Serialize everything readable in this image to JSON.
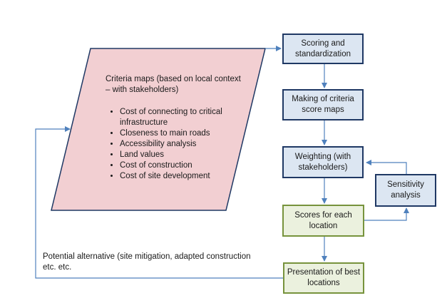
{
  "criteria": {
    "heading": "Criteria maps (based on local context – with stakeholders)",
    "items": [
      "Cost of connecting to critical infrastructure",
      "Closeness to main roads",
      "Accessibility analysis",
      "Land values",
      "Cost of construction",
      "Cost of site development"
    ],
    "fill": "#f2cfd2",
    "stroke": "#1f3864"
  },
  "steps": {
    "scoring": "Scoring  and standardization",
    "criteria_maps": "Making of criteria score maps",
    "weighting": "Weighting (with stakeholders)",
    "sensitivity": "Sensitivity analysis",
    "scores": "Scores for each location",
    "presentation": "Presentation of best locations"
  },
  "feedback_label": "Potential alternative (site mitigation, adapted construction etc. etc.",
  "colors": {
    "arrow": "#4f81bd",
    "blue_fill": "#dce6f2",
    "blue_stroke": "#1f3864",
    "green_fill": "#ebf1de",
    "green_stroke": "#77933c"
  }
}
